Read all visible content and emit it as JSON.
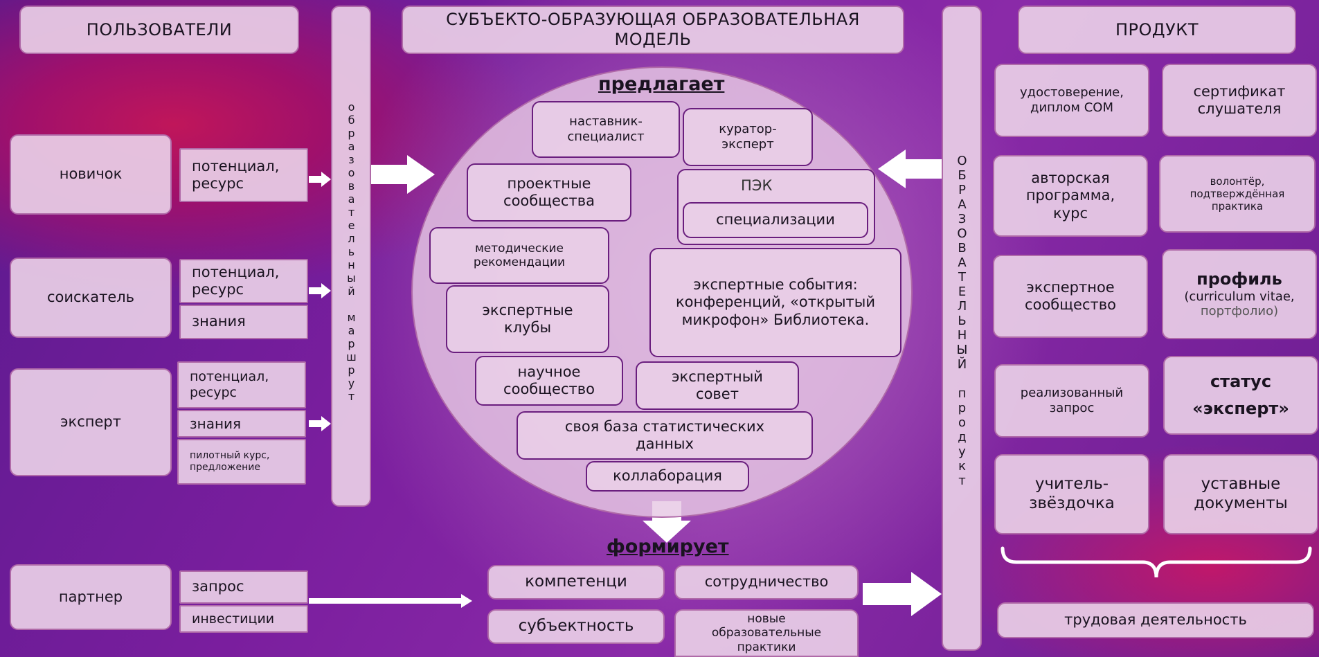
{
  "headers": {
    "users": "ПОЛЬЗОВАТЕЛИ",
    "model": "СУБЪЕКТО-ОБРАЗУЮЩАЯ ОБРАЗОВАТЕЛЬНАЯ МОДЕЛЬ",
    "product": "ПРОДУКТ"
  },
  "route_label": "образовательный маршрут",
  "edu_product_label": "ОБРАЗОВАТЕЛЬНЫЙ продукт",
  "users": {
    "novice": "новичок",
    "applicant": "соискатель",
    "expert": "эксперт",
    "partner": "партнер"
  },
  "inputs": {
    "novice_potential": "потенциал, ресурс",
    "applicant_potential": "потенциал, ресурс",
    "applicant_knowledge": "знания",
    "expert_potential": "потенциал, ресурс",
    "expert_knowledge": "знания",
    "expert_pilot": "пилотный курс, предложение",
    "partner_request": "запрос",
    "partner_investments": "инвестиции"
  },
  "offers": {
    "title": "предлагает",
    "mentor": "наставник-специалист",
    "curator": "куратор-эксперт",
    "project_communities": "проектные сообщества",
    "pek": "ПЭК",
    "specializations": "специализации",
    "method_recs": "методические рекомендации",
    "expert_events": "экспертные события: конференций, «открытый микрофон» Библиотека.",
    "expert_clubs": "экспертные клубы",
    "scientific_community": "научное сообщество",
    "expert_council": "экспертный совет",
    "stats_db": "своя база статистических данных",
    "collaboration": "коллаборация"
  },
  "forms": {
    "title": "формирует",
    "competences": "компетенци",
    "cooperation": "сотрудничество",
    "subjectivity": "субъектность",
    "new_practices": "новые образовательные практики"
  },
  "products": {
    "certificate_som": "удостоверение, диплом СОМ",
    "listener_cert": "сертификат слушателя",
    "author_program": "авторская программа, курс",
    "volunteer": "волонтёр, подтверждённая практика",
    "expert_community": "экспертное сообщество",
    "profile_title": "профиль",
    "profile_sub": "(curriculum vitae,",
    "profile_sub2": "портфолио)",
    "realized_request": "реализованный запрос",
    "status_title": "статус",
    "status_sub": "«эксперт»",
    "star_teacher": "учитель-звёздочка",
    "charter_docs": "уставные документы",
    "labor": "трудовая деятельность"
  }
}
